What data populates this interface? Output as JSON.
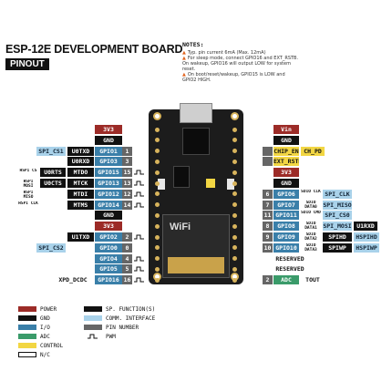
{
  "header": {
    "title": "ESP-12E DEVELOPMENT BOARD",
    "subtitle": "PINOUT"
  },
  "notes": {
    "title": "NOTES:",
    "items": [
      "Typ. pin current 6mA (Max. 12mA)",
      "For sleep mode, connect GPIO16 and EXT_RSTB. On wakeup, GPIO16 will output LOW for system reset.",
      "On boot/reset/wakeup, GPIO15 is LOW and GPIO2 HIGH."
    ]
  },
  "left_pins": [
    {
      "func": "",
      "pin": "3V3",
      "num": "",
      "comm": "",
      "sp": ""
    },
    {
      "func": "",
      "pin": "GND",
      "num": "",
      "comm": "",
      "sp": ""
    },
    {
      "func": "U0TXD",
      "pin": "GPIO1",
      "num": "1",
      "comm": "SPI_CS1",
      "sp": ""
    },
    {
      "func": "U0RXD",
      "pin": "GPIO3",
      "num": "3",
      "comm": "",
      "sp": ""
    },
    {
      "func": "MTDO",
      "pin": "GPIO15",
      "num": "15",
      "comm": "",
      "sp": "U0RTS",
      "small": "HSPI CS"
    },
    {
      "func": "MTCK",
      "pin": "GPIO13",
      "num": "13",
      "comm": "",
      "sp": "U0CTS",
      "small": "HSPI MOSI"
    },
    {
      "func": "MTDI",
      "pin": "GPIO12",
      "num": "12",
      "comm": "",
      "sp": "",
      "small": "HSPI MISO"
    },
    {
      "func": "MTMS",
      "pin": "GPIO14",
      "num": "14",
      "comm": "",
      "sp": "",
      "small": "HSPI CLK"
    },
    {
      "func": "",
      "pin": "GND",
      "num": "",
      "comm": "",
      "sp": ""
    },
    {
      "func": "",
      "pin": "3V3",
      "num": "",
      "comm": "",
      "sp": ""
    },
    {
      "func": "U1TXD",
      "pin": "GPIO2",
      "num": "2",
      "comm": "",
      "sp": ""
    },
    {
      "func": "",
      "pin": "GPIO0",
      "num": "0",
      "comm": "SPI_CS2",
      "sp": ""
    },
    {
      "func": "",
      "pin": "GPIO4",
      "num": "4",
      "comm": "",
      "sp": ""
    },
    {
      "func": "",
      "pin": "GPIO5",
      "num": "5",
      "comm": "",
      "sp": ""
    },
    {
      "func": "XPD_DCDC",
      "pin": "GPIO16",
      "num": "16",
      "comm": "",
      "sp": ""
    }
  ],
  "right_pins": [
    {
      "pin": "Vin",
      "num": "",
      "extra": ""
    },
    {
      "pin": "GND",
      "num": "",
      "extra": ""
    },
    {
      "pin": "CHIP_EN",
      "num": "",
      "extra": "CH_PD"
    },
    {
      "pin": "EXT_RSTB",
      "num": "",
      "extra": ""
    },
    {
      "pin": "3V3",
      "num": "",
      "extra": ""
    },
    {
      "pin": "GND",
      "num": "",
      "extra": ""
    },
    {
      "pin": "GPIO6",
      "num": "6",
      "sd": "SDIO CLK",
      "spi": "SPI_CLK",
      "extra": ""
    },
    {
      "pin": "GPIO7",
      "num": "7",
      "sd": "SDIO DATA0",
      "spi": "SPI_MISO",
      "extra": ""
    },
    {
      "pin": "GPIO11",
      "num": "11",
      "sd": "SDIO CMD",
      "spi": "SPI_CS0",
      "extra": ""
    },
    {
      "pin": "GPIO8",
      "num": "8",
      "sd": "SDIO DATA1",
      "spi": "SPI_MOSI",
      "extra": "U1RXD"
    },
    {
      "pin": "GPIO9",
      "num": "9",
      "sd": "SDIO DATA2",
      "spi": "SPIHD",
      "extra": "HSPIHD"
    },
    {
      "pin": "GPIO10",
      "num": "10",
      "sd": "SDIO DATA3",
      "spi": "SPIWP",
      "extra": "HSPIWP"
    },
    {
      "pin": "RESERVED",
      "num": "",
      "extra": ""
    },
    {
      "pin": "RESERVED",
      "num": "",
      "extra": ""
    },
    {
      "pin": "ADC",
      "num": "2",
      "extra": "TOUT"
    }
  ],
  "board": {
    "chip_label": "",
    "module_text": "WiFi"
  },
  "legend": {
    "items": [
      {
        "label": "POWER",
        "color": "#9c2b27"
      },
      {
        "label": "GND",
        "color": "#111111"
      },
      {
        "label": "I/O",
        "color": "#3a7fa9"
      },
      {
        "label": "ADC",
        "color": "#3a9b6a"
      },
      {
        "label": "CONTROL",
        "color": "#f2d643"
      },
      {
        "label": "N/C",
        "color": "#ffffff"
      },
      {
        "label": "SP. FUNCTION(S)",
        "color": "#111111"
      },
      {
        "label": "COMM. INTERFACE",
        "color": "#a9d2ea"
      },
      {
        "label": "PIN NUMBER",
        "color": "#666666"
      },
      {
        "label": "PWM",
        "color": ""
      }
    ]
  }
}
